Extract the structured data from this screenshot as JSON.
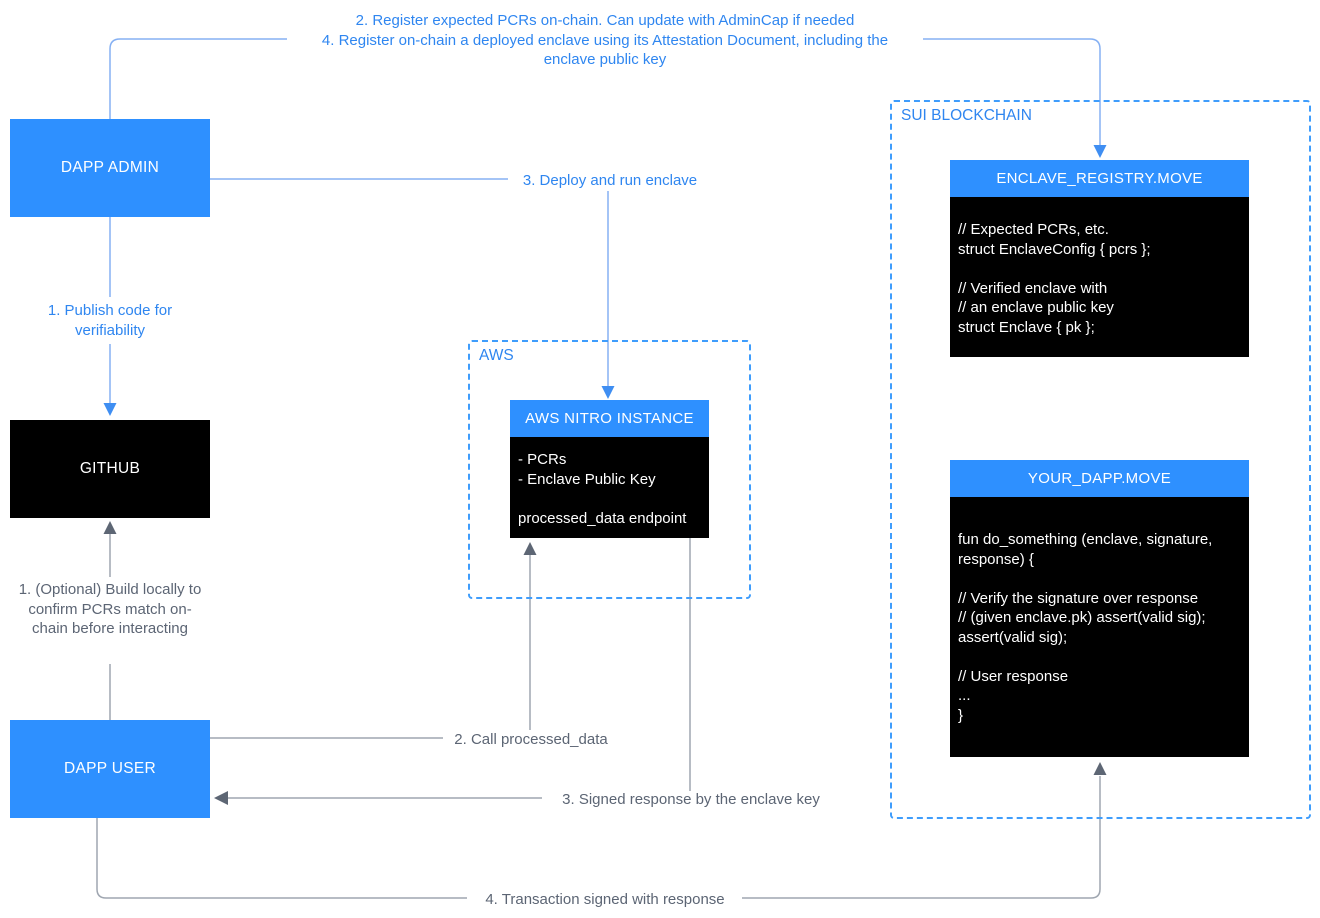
{
  "colors": {
    "node_blue": "#2e90ff",
    "node_black": "#000000",
    "text_blue": "#2f86f0",
    "text_gray": "#5c6574",
    "connector_blue": "#85b0f3",
    "connector_gray": "#9fa6b0",
    "arrow_blue": "#3f8ef2",
    "arrow_gray": "#5d6674",
    "dashed_border_blue": "#3f9dfc"
  },
  "top_flow": {
    "line1": "2. Register expected PCRs on-chain. Can update with AdminCap if needed",
    "line2": "4. Register on-chain a deployed enclave using its Attestation Document, including the",
    "line3": "enclave public key"
  },
  "admin": {
    "label": "DAPP ADMIN",
    "deploy_label": "3. Deploy and run enclave",
    "publish_label": "1. Publish code for verifiability"
  },
  "github": {
    "label": "GITHUB"
  },
  "user": {
    "label": "DAPP USER",
    "build_label": "1. (Optional) Build locally to confirm PCRs match on-chain before interacting",
    "call_label": "2. Call processed_data",
    "response_label": "3. Signed response by the enclave key",
    "transaction_label": "4. Transaction signed with response"
  },
  "aws": {
    "group_label": "AWS",
    "nitro": {
      "title": "AWS NITRO INSTANCE",
      "lines": [
        "- PCRs",
        "- Enclave Public Key",
        "",
        "processed_data endpoint"
      ]
    }
  },
  "sui": {
    "group_label": "SUI BLOCKCHAIN",
    "registry": {
      "title": "ENCLAVE_REGISTRY.MOVE",
      "lines": [
        "// Expected PCRs, etc.",
        "struct EnclaveConfig { pcrs };",
        "",
        "// Verified enclave with",
        "// an enclave public key",
        "struct Enclave { pk };"
      ]
    },
    "dapp": {
      "title": "YOUR_DAPP.MOVE",
      "lines": [
        "fun do_something (enclave, signature,",
        "response) {",
        "",
        "// Verify the signature over response",
        "// (given enclave.pk) assert(valid sig);",
        "assert(valid sig);",
        "",
        "// User response",
        "...",
        "}"
      ]
    }
  }
}
